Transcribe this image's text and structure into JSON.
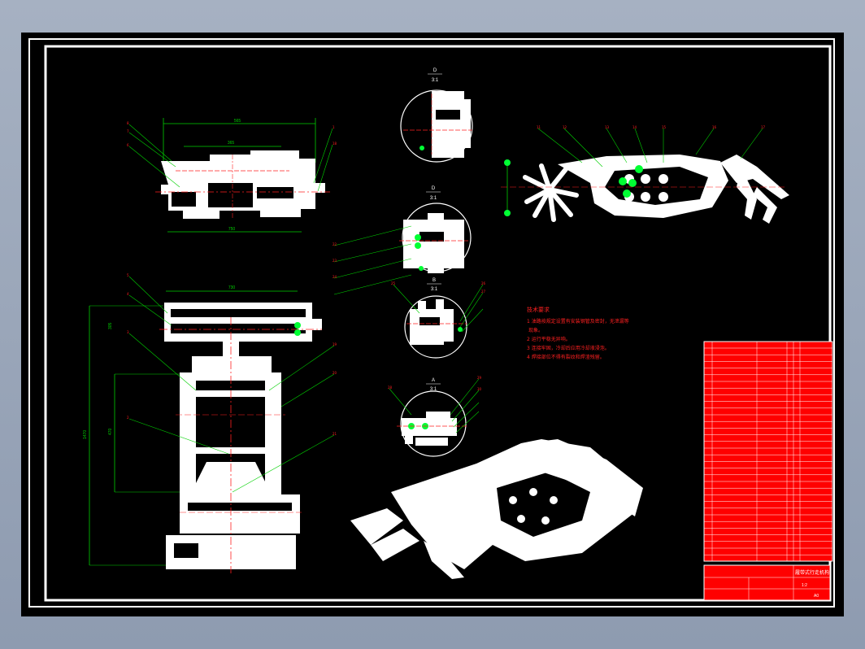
{
  "section_labels": [
    {
      "letter": "D",
      "scale": "3:1"
    },
    {
      "letter": "D",
      "scale": "3:1"
    },
    {
      "letter": "B",
      "scale": "3:1"
    },
    {
      "letter": "A",
      "scale": "3:1"
    }
  ],
  "notes": {
    "title": "技术要求",
    "lines": [
      "1 油路按规定设置有安装钢管及密封，无泄漏等",
      "现象。",
      "2 运行平稳无异响。",
      "3 连接牢固，冷却后应用冷却液浸泡。",
      "4 焊接部位不得有裂纹和焊渣残留。"
    ]
  },
  "dims": {
    "top_overall": "565",
    "top_inner": "365",
    "top_bottom": "750",
    "front_width": "730",
    "front_height": "1470",
    "front_mid": "470",
    "front_small": "105",
    "side_height": "305"
  },
  "balloons": [
    "8",
    "7",
    "6",
    "5",
    "4",
    "3",
    "2",
    "1",
    "11",
    "12",
    "13",
    "14",
    "15",
    "16",
    "17",
    "18",
    "19",
    "20",
    "21",
    "22",
    "23",
    "24",
    "25",
    "26",
    "27",
    "28",
    "29",
    "30"
  ],
  "title_block": {
    "drawing_title": "履带式行走机构",
    "scale": "1:2",
    "sheet": "A0"
  },
  "colors": {
    "background": "#000000",
    "frame": "#ffffff",
    "part": "#ffffff",
    "center_line": "#ff2020",
    "dimension": "#00d000",
    "highlight": "#00ff33",
    "table_bg": "#ff0000"
  }
}
